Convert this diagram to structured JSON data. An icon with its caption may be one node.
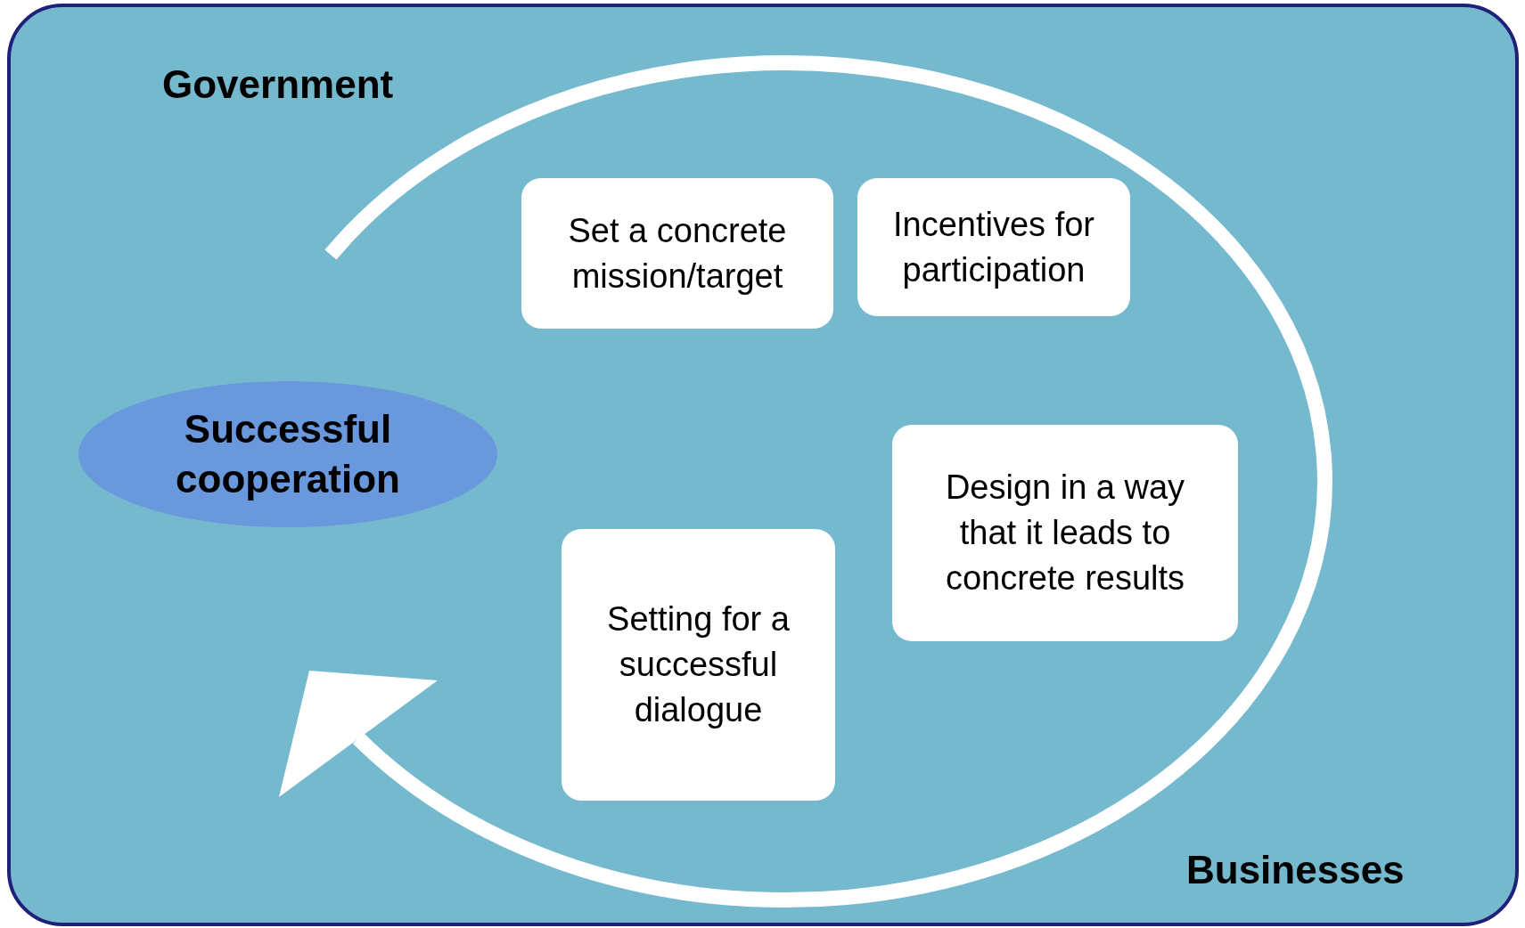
{
  "diagram": {
    "nodes": [
      {
        "text": [
          "Successful cooperation"
        ]
      },
      {
        "text": [
          "Set a concrete mission/target"
        ]
      },
      {
        "text": [
          "Incentives for participation"
        ]
      },
      {
        "text": [
          "Design in a way that it leads to concrete results"
        ]
      },
      {
        "text": [
          "Setting for a successful dialogue"
        ]
      }
    ],
    "labels": [
      "Government",
      "Businesses"
    ]
  }
}
